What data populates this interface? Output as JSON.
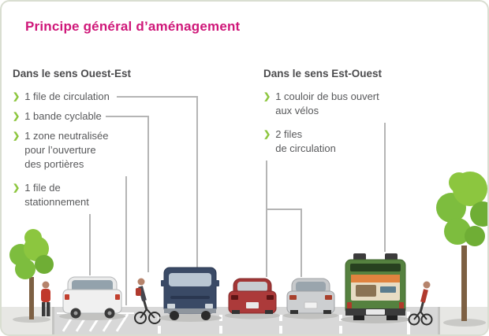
{
  "title": "Principe général d’aménagement",
  "icons": {
    "bullet": "❯"
  },
  "colors": {
    "accent": "#cf1779",
    "bullet_green": "#8dc63f",
    "heading_text": "#4c4c4e",
    "body_text": "#58595b",
    "callout_line": "#b5b5b5",
    "road_gray": "#d8d8d8",
    "tree_green": "#8cc63f"
  },
  "left_section": {
    "heading": "Dans le sens Ouest-Est",
    "items": [
      "1 file de circulation",
      "1 bande cyclable",
      "1 zone neutralisée\npour l’ouverture\ndes portières",
      "1 file de\nstationnement"
    ]
  },
  "right_section": {
    "heading": "Dans le sens Est-Ouest",
    "items": [
      "1 couloir de bus ouvert\naux vélos",
      "2 files\nde circulation"
    ]
  }
}
